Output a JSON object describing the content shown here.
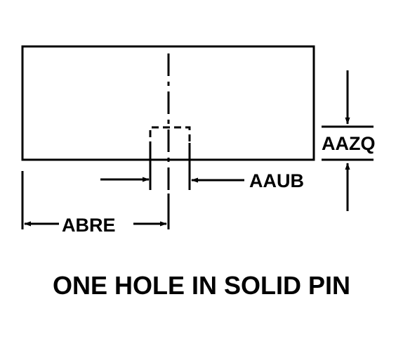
{
  "diagram": {
    "labels": {
      "hole_diameter": "AAUB",
      "hole_depth": "AAZQ",
      "hole_position": "ABRE"
    },
    "caption": "ONE HOLE IN SOLID PIN",
    "colors": {
      "stroke": "#000000",
      "background": "#ffffff"
    }
  }
}
